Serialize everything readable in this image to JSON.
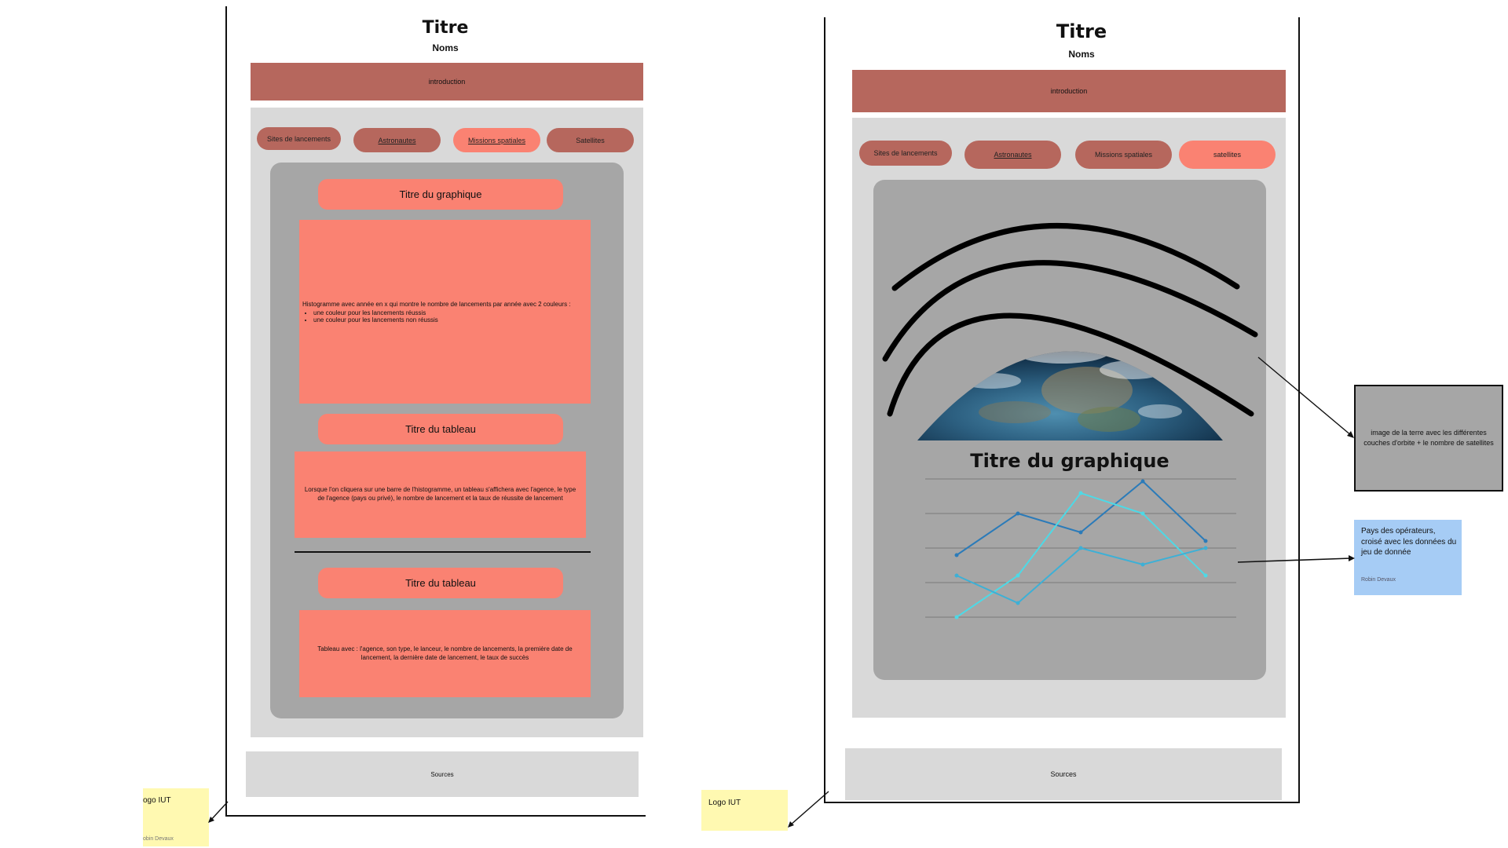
{
  "left": {
    "title": "Titre",
    "names": "Noms",
    "intro": "introduction",
    "nav": [
      "Sites de lancements",
      "Astronautes",
      "Missions spatiales",
      "Satellites"
    ],
    "graph_title": "Titre du graphique",
    "graph_desc": "Histogramme avec année en x qui montre le nombre de lancements par année avec 2 couleurs :",
    "graph_bullets": [
      "une couleur pour les lancements réussis",
      "une couleur pour les lancements non réussis"
    ],
    "table1_title": "Titre du tableau",
    "table1_desc": "Lorsque l'on cliquera sur une barre de l'histogramme, un tableau s'affichera avec l'agence, le type de l'agence (pays ou privé), le nombre de lancement et la taux de réussite de lancement",
    "table2_title": "Titre du tableau",
    "table2_desc": "Tableau avec : l'agence, son type, le lanceur, le nombre de lancements, la première date de lancement, la dernière date de lancement, le taux de succès",
    "sources": "Sources",
    "note_text": "ogo IUT",
    "note_author": "obin Devaux"
  },
  "right": {
    "title": "Titre",
    "names": "Noms",
    "intro": "introduction",
    "nav": [
      "Sites de lancements",
      "Astronautes",
      "Missions spatiales",
      "satellites"
    ],
    "chart_title": "Titre du graphique",
    "sources": "Sources",
    "logo_note": "Logo IUT",
    "side_box": "image de la terre avec les différentes couches d'orbite + le nombre de satellites",
    "blue_note": "Pays des opérateurs, croisé avec les données du jeu de donnée",
    "blue_note_author": "Robin Devaux",
    "earth_icon": "earth-image"
  },
  "colors": {
    "salmon": "#fa8272",
    "dark_pill": "#b6675d",
    "panel": "#d9d9d9",
    "gray": "#a6a6a6",
    "sticky_yellow": "#fff9b1",
    "sticky_blue": "#a6ccf5",
    "series_dark": "#2b7bb9",
    "series_cyan": "#4dd9e6",
    "series_mid": "#3db0d6"
  }
}
